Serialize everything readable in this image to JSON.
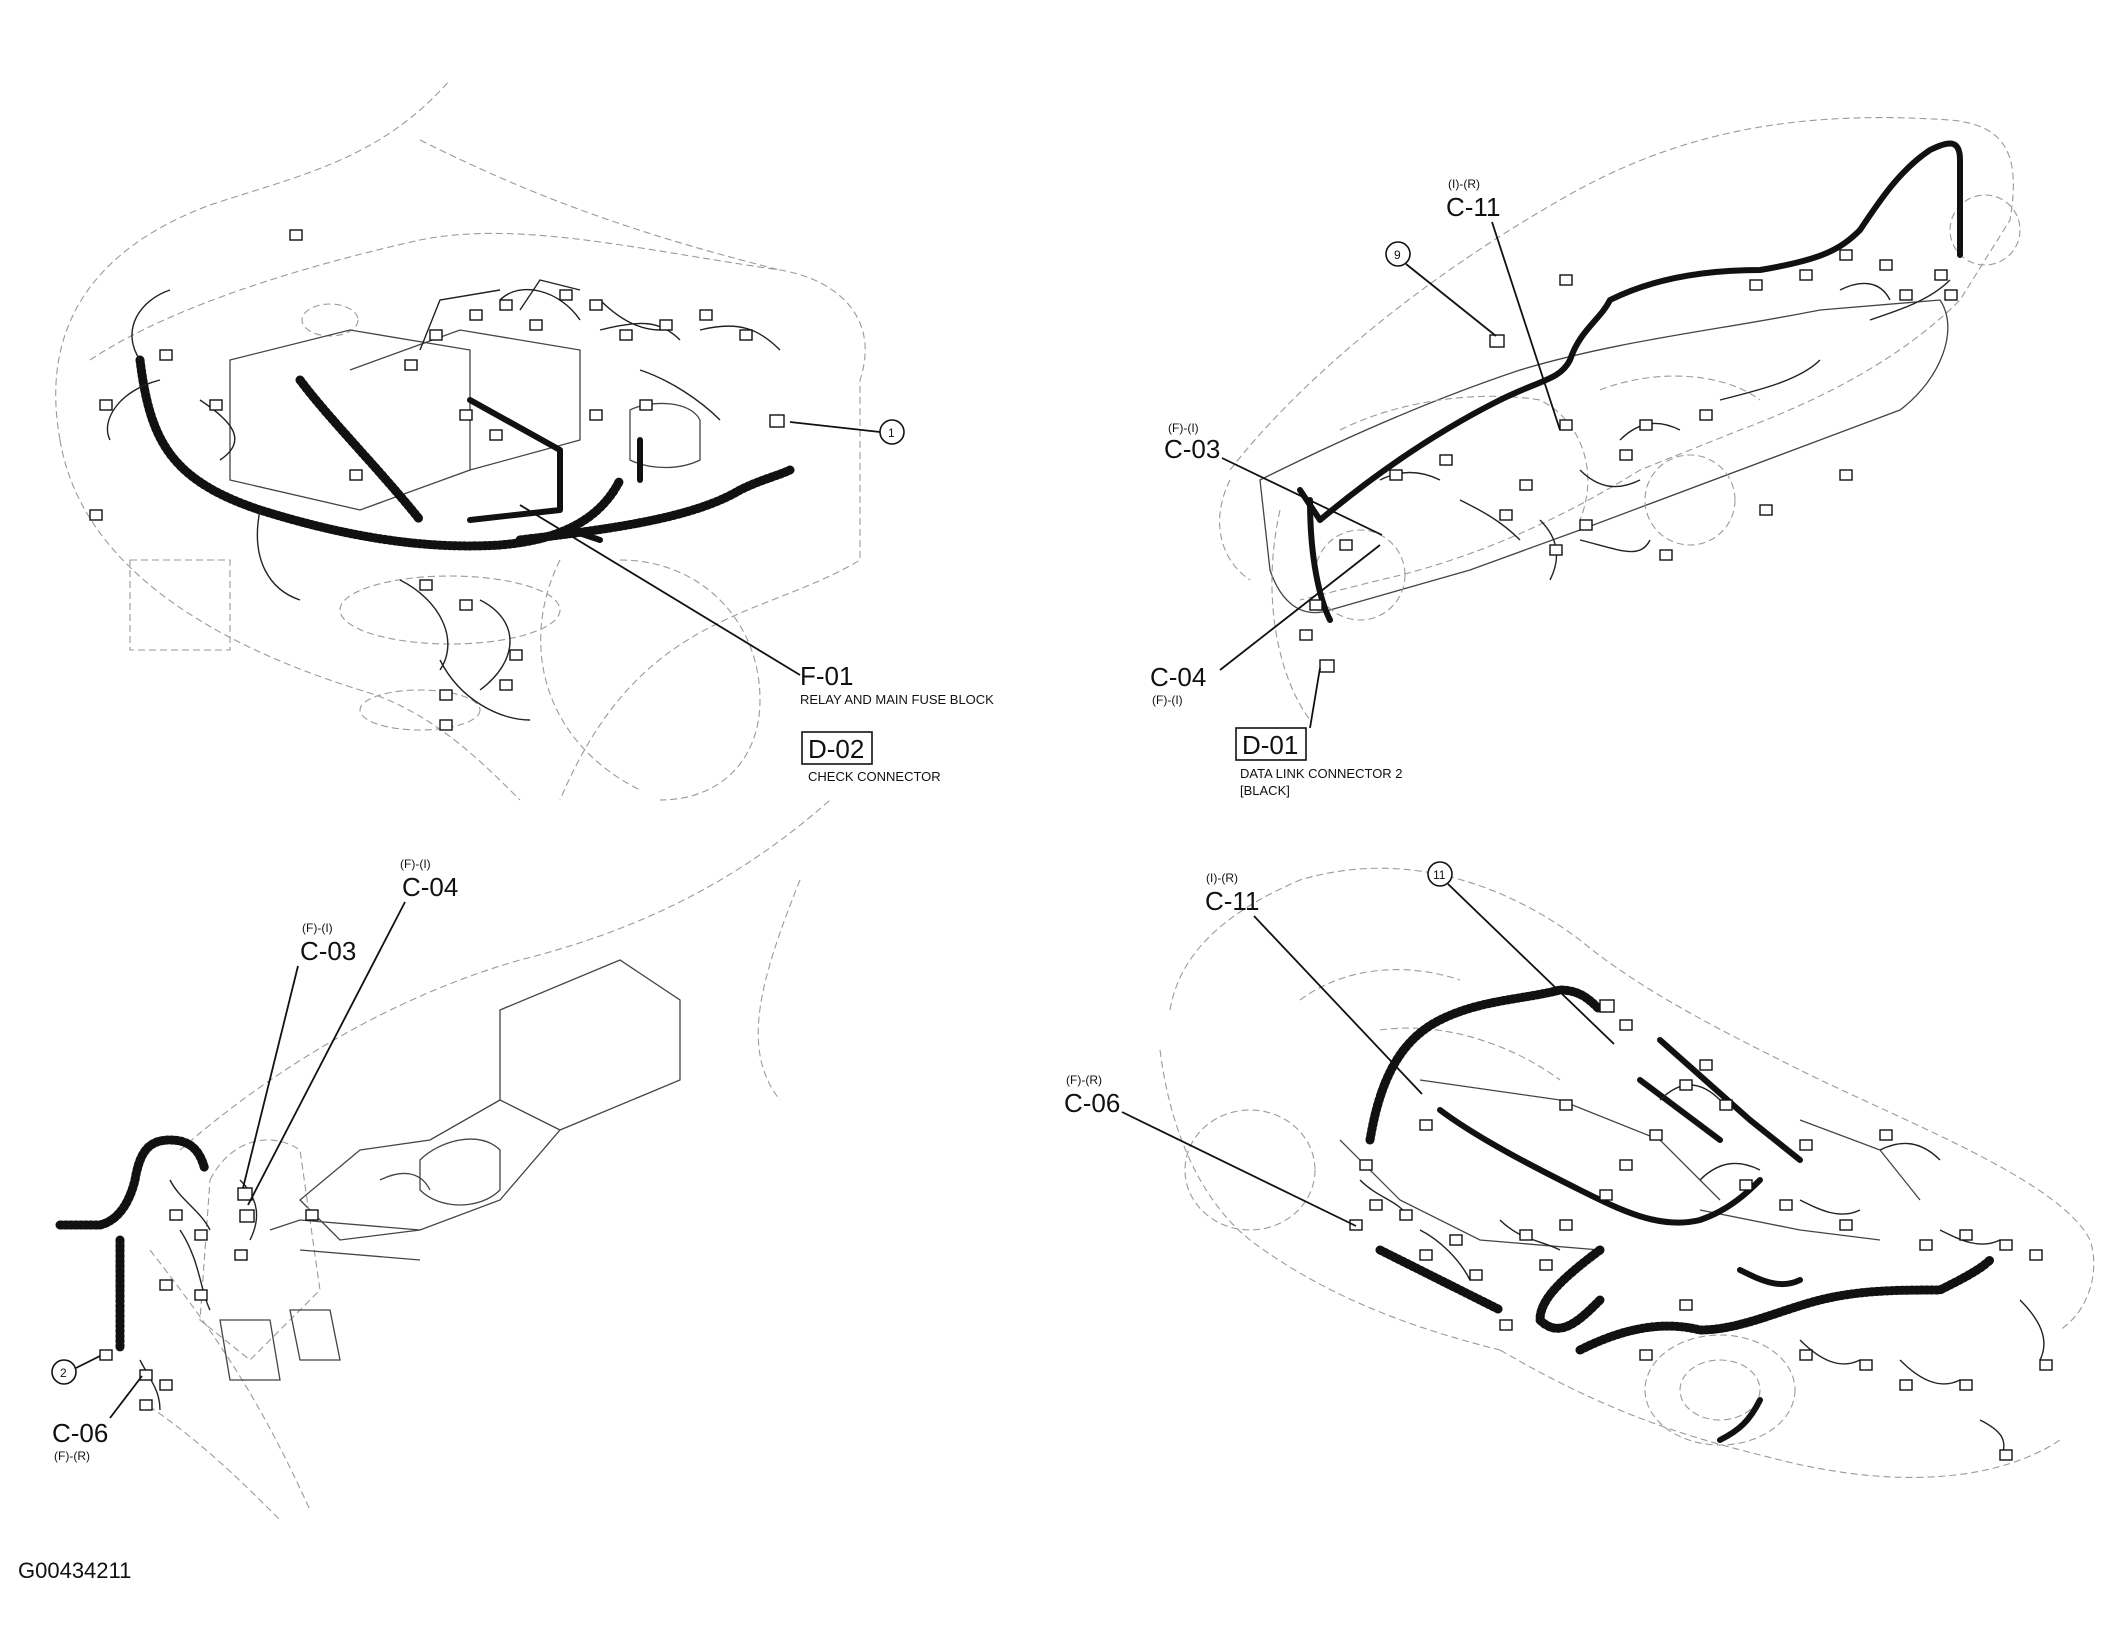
{
  "figure_id": "G00434211",
  "panels": {
    "engine": {
      "f01": {
        "code": "F-01",
        "desc": "RELAY AND MAIN FUSE BLOCK"
      },
      "d02": {
        "code": "D-02",
        "desc": "CHECK CONNECTOR"
      },
      "callout1": "1"
    },
    "dash": {
      "c11": {
        "code": "C-11",
        "pos": "(I)-(R)"
      },
      "c03": {
        "code": "C-03",
        "pos": "(F)-(I)"
      },
      "c04": {
        "code": "C-04",
        "pos": "(F)-(I)"
      },
      "d01": {
        "code": "D-01",
        "desc1": "DATA LINK CONNECTOR 2",
        "desc2": "[BLACK]"
      },
      "callout9": "9"
    },
    "footwell": {
      "c04": {
        "code": "C-04",
        "pos": "(F)-(I)"
      },
      "c03": {
        "code": "C-03",
        "pos": "(F)-(I)"
      },
      "c06": {
        "code": "C-06",
        "pos": "(F)-(R)"
      },
      "callout2": "2"
    },
    "body": {
      "c11": {
        "code": "C-11",
        "pos": "(I)-(R)"
      },
      "c06": {
        "code": "C-06",
        "pos": "(F)-(R)"
      },
      "callout11": "11"
    }
  }
}
